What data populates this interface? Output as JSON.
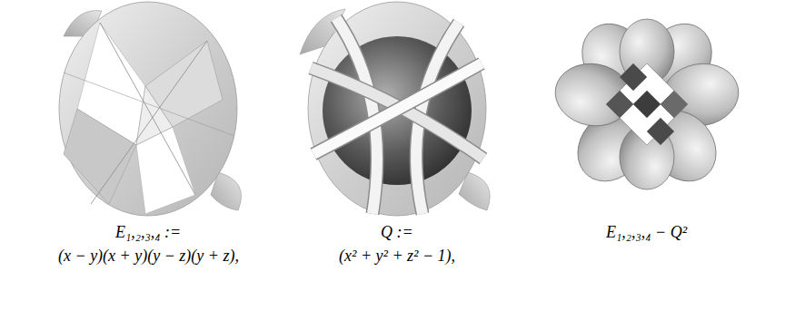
{
  "diagram": {
    "labels": [
      "E₁,₂,₃,₄ :=",
      "(x − y)(x + y)(y − z)(y + z),",
      "Q :=",
      "(x² + y² + z² − 1),",
      "E₁,₂,₃,₄ − Q²"
    ]
  }
}
